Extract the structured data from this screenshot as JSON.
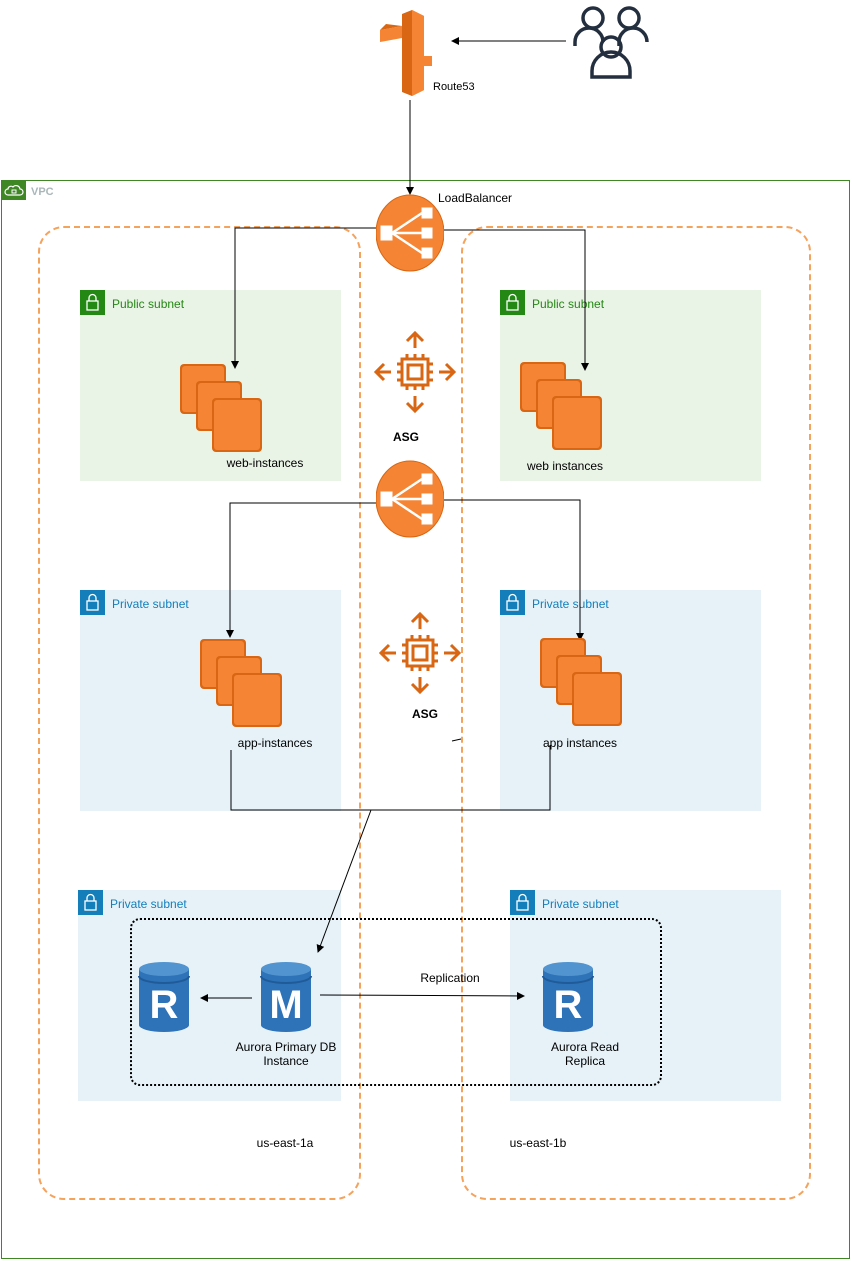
{
  "vpc_label": "VPC",
  "route53_label": "Route53",
  "load_balancer_label": "LoadBalancer",
  "az": [
    {
      "label": "us-east-1a"
    },
    {
      "label": "us-east-1b"
    }
  ],
  "subnets": {
    "public_left": "Public subnet",
    "public_right": "Public subnet",
    "private_app_left": "Private subnet",
    "private_app_right": "Private subnet",
    "private_db_left": "Private subnet",
    "private_db_right": "Private subnet"
  },
  "instances": {
    "web_left": "web-instances",
    "web_right": "web instances",
    "app_left": "app-instances",
    "app_right": "app instances"
  },
  "asg_top": "ASG",
  "asg_bottom": "ASG",
  "db": {
    "replica_letter": "R",
    "primary_letter": "M",
    "primary_label_line1": "Aurora Primary DB",
    "primary_label_line2": "Instance",
    "read_replica_label_line1": "Aurora Read",
    "read_replica_label_line2": "Replica",
    "replication_label": "Replication"
  },
  "colors": {
    "aws_orange": "#ed7100",
    "ec2_orange": "#f58534",
    "rds_blue": "#2e73b8",
    "public_green": "#248814",
    "private_blue": "#147eba",
    "az_dash": "#f5a25d"
  }
}
